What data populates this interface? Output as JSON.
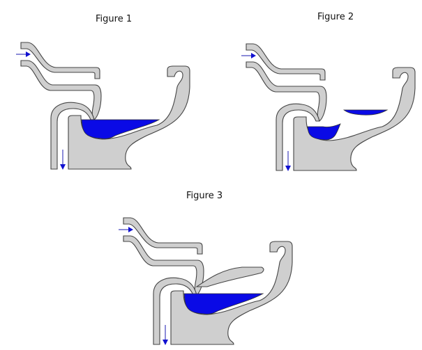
{
  "figures": [
    {
      "title": "Figure 1"
    },
    {
      "title": "Figure 2"
    },
    {
      "title": "Figure 3"
    }
  ],
  "colors": {
    "water": "#0a0ae6",
    "porcelain": "#cfcfcf",
    "outline": "#444444",
    "arrow": "#1a1ab0"
  }
}
